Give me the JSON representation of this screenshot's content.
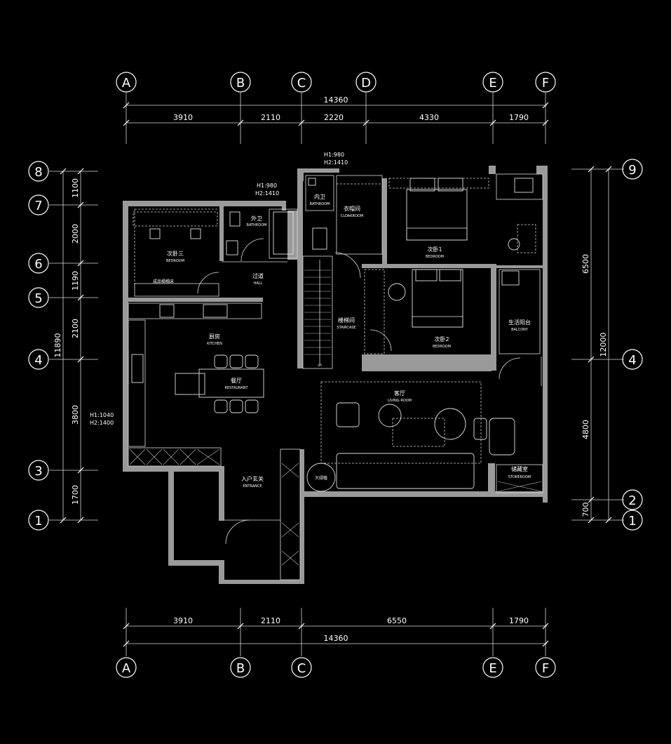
{
  "grid": {
    "cols": [
      "A",
      "B",
      "C",
      "D",
      "E",
      "F"
    ],
    "cols_bottom": [
      "A",
      "B",
      "C",
      "E",
      "F"
    ],
    "rows_left": [
      "8",
      "7",
      "6",
      "5",
      "4",
      "3",
      "1"
    ],
    "rows_right": [
      "9",
      "4",
      "2",
      "1"
    ]
  },
  "dims": {
    "top_total": "14360",
    "top": [
      "3910",
      "2110",
      "2220",
      "4330",
      "1790"
    ],
    "bottom": [
      "3910",
      "2110",
      "6550",
      "1790"
    ],
    "bottom_total": "14360",
    "left": [
      "1100",
      "2000",
      "1190",
      "2100",
      "3800",
      "1700"
    ],
    "left_total": "11890",
    "right": [
      "6500",
      "4800",
      "700"
    ],
    "right_total": "12000"
  },
  "heights": {
    "h1_top": "H1:980",
    "h2_top": "H2:1410",
    "h1_mid": "H1:980",
    "h2_mid": "H2:1410",
    "h1_left": "H1:1040",
    "h2_left": "H2:1400"
  },
  "rooms": [
    {
      "cn": "次卧三",
      "en": "BEDROOM"
    },
    {
      "cn": "外卫",
      "en": "BATHROOM"
    },
    {
      "cn": "内卫",
      "en": "BATHROOM"
    },
    {
      "cn": "衣帽间",
      "en": "CLOAKROOM"
    },
    {
      "cn": "次卧1",
      "en": "BEDROOM"
    },
    {
      "cn": "过道",
      "en": "HALL"
    },
    {
      "cn": "楼梯间",
      "en": "STAIRCASE"
    },
    {
      "cn": "次卧2",
      "en": "BEDROOM"
    },
    {
      "cn": "生活阳台",
      "en": "BALCONY"
    },
    {
      "cn": "厨房",
      "en": "KITCHEN"
    },
    {
      "cn": "餐厅",
      "en": "RESTAURANT"
    },
    {
      "cn": "客厅",
      "en": "LIVING ROOM"
    },
    {
      "cn": "储藏室",
      "en": "STOREROOM"
    },
    {
      "cn": "入户玄关",
      "en": "ENTRANCE"
    }
  ],
  "labels": {
    "bed_wardrobe": "成品榻榻床",
    "plant": "大绿植",
    "stair_up": "UP"
  }
}
